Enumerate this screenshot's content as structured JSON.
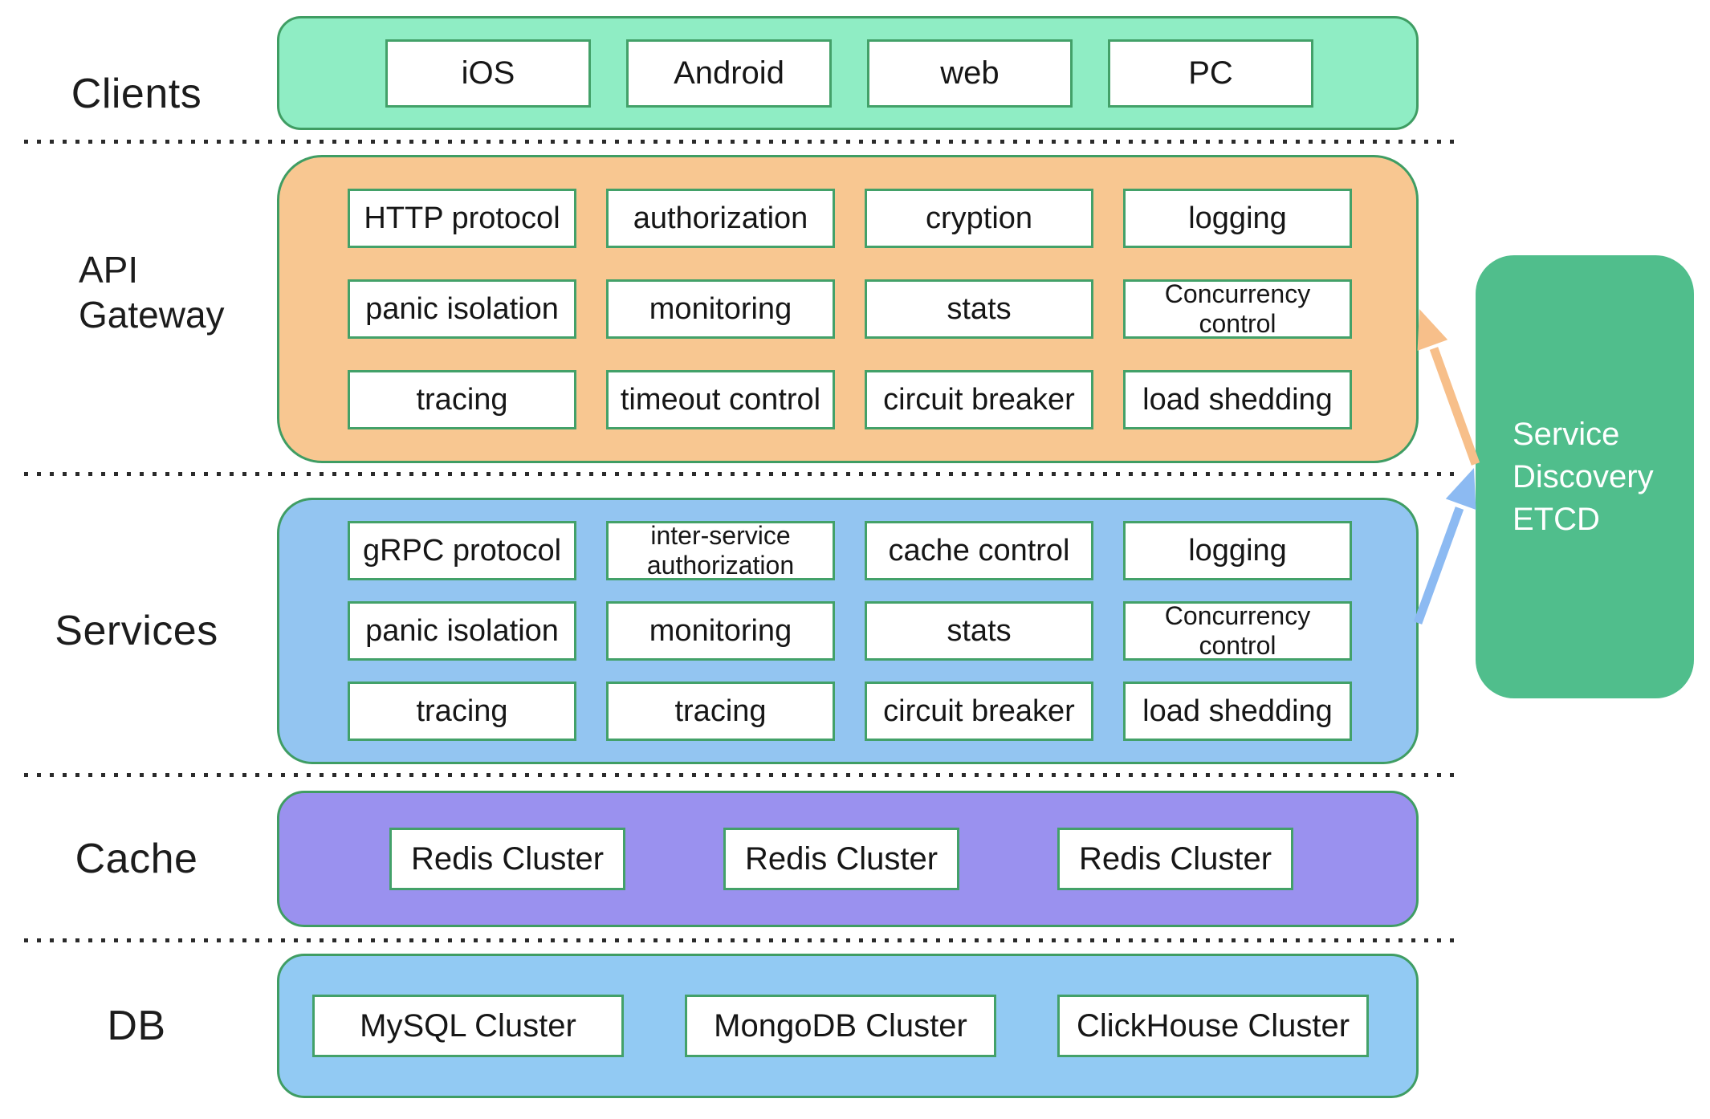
{
  "layers": {
    "clients": {
      "label": "Clients",
      "items": [
        "iOS",
        "Android",
        "web",
        "PC"
      ]
    },
    "api_gateway": {
      "label_line1": "API",
      "label_line2": "Gateway",
      "items": [
        "HTTP protocol",
        "authorization",
        "cryption",
        "logging",
        "panic isolation",
        "monitoring",
        "stats",
        "Concurrency control",
        "tracing",
        "timeout control",
        "circuit breaker",
        "load shedding"
      ]
    },
    "services": {
      "label": "Services",
      "items": [
        "gRPC protocol",
        "inter-service authorization",
        "cache control",
        "logging",
        "panic isolation",
        "monitoring",
        "stats",
        "Concurrency control",
        "tracing",
        "tracing",
        "circuit breaker",
        "load shedding"
      ]
    },
    "cache": {
      "label": "Cache",
      "items": [
        "Redis Cluster",
        "Redis Cluster",
        "Redis Cluster"
      ]
    },
    "db": {
      "label": "DB",
      "items": [
        "MySQL Cluster",
        "MongoDB Cluster",
        "ClickHouse Cluster"
      ]
    }
  },
  "side_box": {
    "line1": "Service",
    "line2": "Discovery",
    "line3": "ETCD"
  },
  "colors": {
    "clients_fill": "#8FEDC4",
    "api_gateway_fill": "#F8C791",
    "services_fill": "#93C5F1",
    "cache_fill": "#9A91EF",
    "db_fill": "#92CAF3",
    "etcd_fill": "#50BE8C",
    "band_border": "#3F9D63",
    "cell_border": "#43A169",
    "arrow_to_gateway": "#F7BF8A",
    "arrow_from_services": "#8CBAF2"
  }
}
